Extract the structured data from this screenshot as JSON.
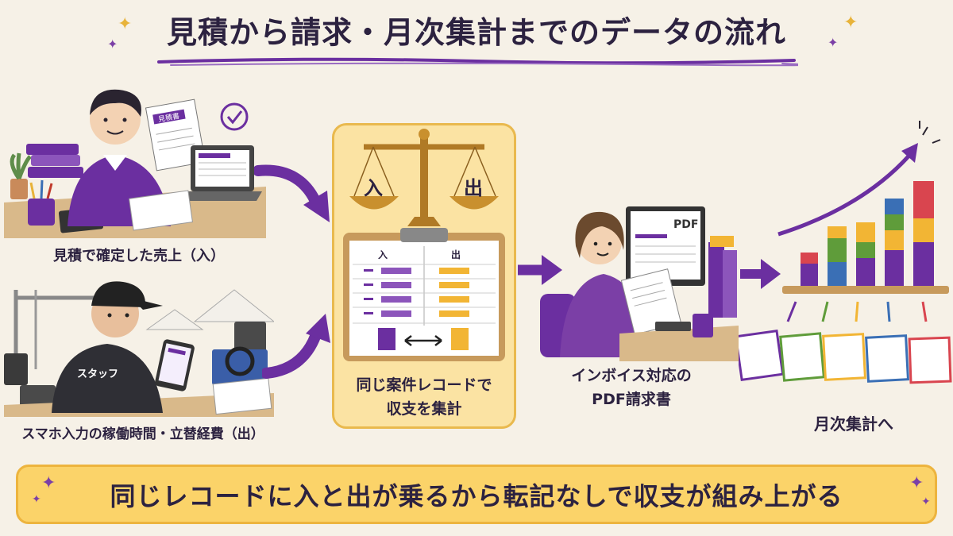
{
  "title": "見積から請求・月次集計までのデータの流れ",
  "left_top": {
    "caption": "見積で確定した売上（入）",
    "doc_label": "見積書"
  },
  "left_bottom": {
    "caption": "スマホ入力の稼働時間・立替経費（出）",
    "shirt_label": "スタッフ"
  },
  "center": {
    "scale_left": "入",
    "scale_right": "出",
    "clip_col_in": "入",
    "clip_col_out": "出",
    "caption_line1": "同じ案件レコードで",
    "caption_line2": "収支を集計"
  },
  "invoice": {
    "screen_label": "PDF",
    "caption_line1": "インボイス対応の",
    "caption_line2": "PDF請求書"
  },
  "monthly": {
    "caption": "月次集計へ"
  },
  "banner": "同じレコードに入と出が乗るから転記なしで収支が組み上がる",
  "colors": {
    "purple": "#6b2fa0",
    "gold": "#f2b534",
    "background": "#f6f1e7"
  }
}
